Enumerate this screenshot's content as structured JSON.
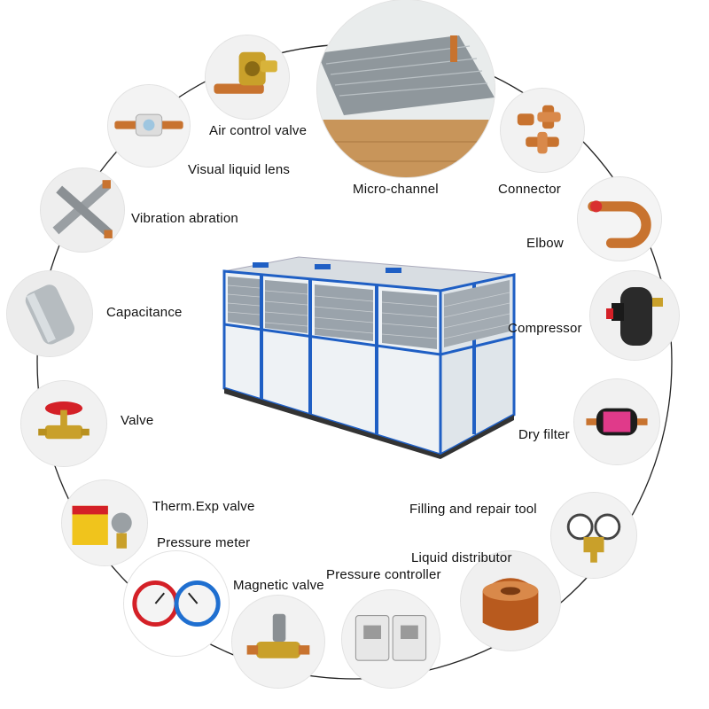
{
  "components": [
    {
      "id": "air-control-valve",
      "label": "Air control valve"
    },
    {
      "id": "visual-liquid-lens",
      "label": "Visual liquid lens"
    },
    {
      "id": "micro-channel",
      "label": "Micro-channel"
    },
    {
      "id": "connector",
      "label": "Connector"
    },
    {
      "id": "elbow",
      "label": "Elbow"
    },
    {
      "id": "vibration-abration",
      "label": "Vibration abration"
    },
    {
      "id": "capacitance",
      "label": "Capacitance"
    },
    {
      "id": "compressor",
      "label": "Compressor"
    },
    {
      "id": "valve",
      "label": "Valve"
    },
    {
      "id": "dry-filter",
      "label": "Dry filter"
    },
    {
      "id": "therm-exp-valve",
      "label": "Therm.Exp valve"
    },
    {
      "id": "filling-and-repair-tool",
      "label": "Filling and repair tool"
    },
    {
      "id": "pressure-meter",
      "label": "Pressure meter"
    },
    {
      "id": "liquid-distributor",
      "label": "Liquid distributor"
    },
    {
      "id": "pressure-controller",
      "label": "Pressure controller"
    },
    {
      "id": "magnetic-valve",
      "label": "Magnetic valve"
    }
  ],
  "colors": {
    "frame_blue": "#1f5fc4",
    "panel_white": "#e9eef2",
    "copper": "#c8732f",
    "brass": "#c9a02a",
    "valve_red": "#d42027",
    "ring_line": "#222222"
  }
}
